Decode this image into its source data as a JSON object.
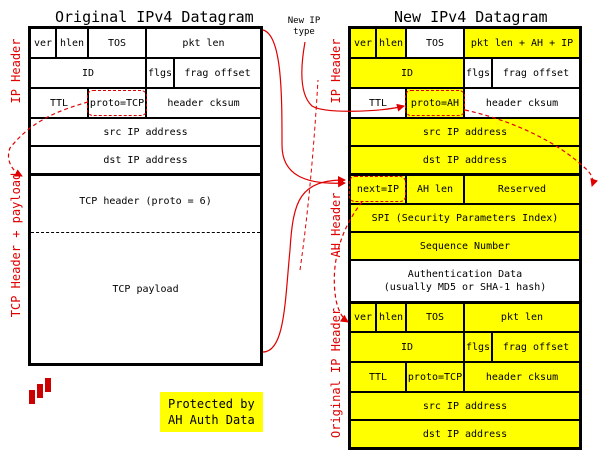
{
  "left": {
    "title": "Original IPv4 Datagram",
    "label_ip_header": "IP Header",
    "label_tcp": "TCP Header + payload",
    "ver": "ver",
    "hlen": "hlen",
    "tos": "TOS",
    "pkt_len": "pkt len",
    "id": "ID",
    "flgs": "flgs",
    "frag_offset": "frag offset",
    "ttl": "TTL",
    "proto": "proto=TCP",
    "header_cksum": "header cksum",
    "src": "src IP address",
    "dst": "dst IP address",
    "tcp_header": "TCP header (proto = 6)",
    "tcp_payload": "TCP payload"
  },
  "right": {
    "title": "New IPv4 Datagram",
    "new_ip_type": [
      "New IP",
      "type"
    ],
    "label_ip_header": "IP Header",
    "label_ah_header": "AH Header",
    "label_orig_ip": "Original IP Header",
    "ip": {
      "ver": "ver",
      "hlen": "hlen",
      "tos": "TOS",
      "pkt_len": "pkt len + AH + IP",
      "id": "ID",
      "flgs": "flgs",
      "frag_offset": "frag offset",
      "ttl": "TTL",
      "proto": "proto=AH",
      "header_cksum": "header cksum",
      "src": "src IP address",
      "dst": "dst IP address"
    },
    "ah": {
      "next": "next=IP",
      "ah_len": "AH len",
      "reserved": "Reserved",
      "spi": "SPI (Security Parameters Index)",
      "seq": "Sequence Number",
      "auth": [
        "Authentication Data",
        "(usually MD5 or SHA-1 hash)"
      ]
    },
    "orig_ip": {
      "ver": "ver",
      "hlen": "hlen",
      "tos": "TOS",
      "pkt_len": "pkt len",
      "id": "ID",
      "flgs": "flgs",
      "frag_offset": "frag offset",
      "ttl": "TTL",
      "proto": "proto=TCP",
      "header_cksum": "header cksum",
      "src": "src IP address",
      "dst": "dst IP address"
    }
  },
  "legend": [
    "Protected by",
    "AH Auth Data"
  ],
  "colors": {
    "protected": "#ffff00",
    "arrow": "#e00000",
    "logo": "#cc0000"
  }
}
